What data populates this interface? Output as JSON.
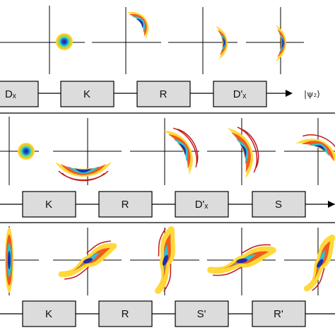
{
  "colors": {
    "box_fill": "#dcdcdc",
    "line": "#000000",
    "blob_outer": "#ffd93a",
    "blob_mid": "#f25a1e",
    "blob_red": "#c3171b",
    "blob_cyan": "#27c3d8",
    "blob_core": "#1c2fa8"
  },
  "rows": [
    {
      "boxes": [
        "Dₓ",
        "K",
        "R",
        "D'ₓ"
      ],
      "output": "|ψ₂⟩",
      "frames": [
        "round",
        "crescent",
        "crescent",
        "crescent"
      ]
    },
    {
      "boxes": [
        "K",
        "R",
        "D'ₓ",
        "S"
      ],
      "output": "",
      "frames": [
        "round",
        "crescent",
        "crescent",
        "crescent",
        "crescent"
      ]
    },
    {
      "boxes": [
        "K",
        "R",
        "S'",
        "R'"
      ],
      "output": "",
      "frames": [
        "ellipse",
        "sshape",
        "sshape",
        "sshape",
        "sshape"
      ]
    }
  ]
}
